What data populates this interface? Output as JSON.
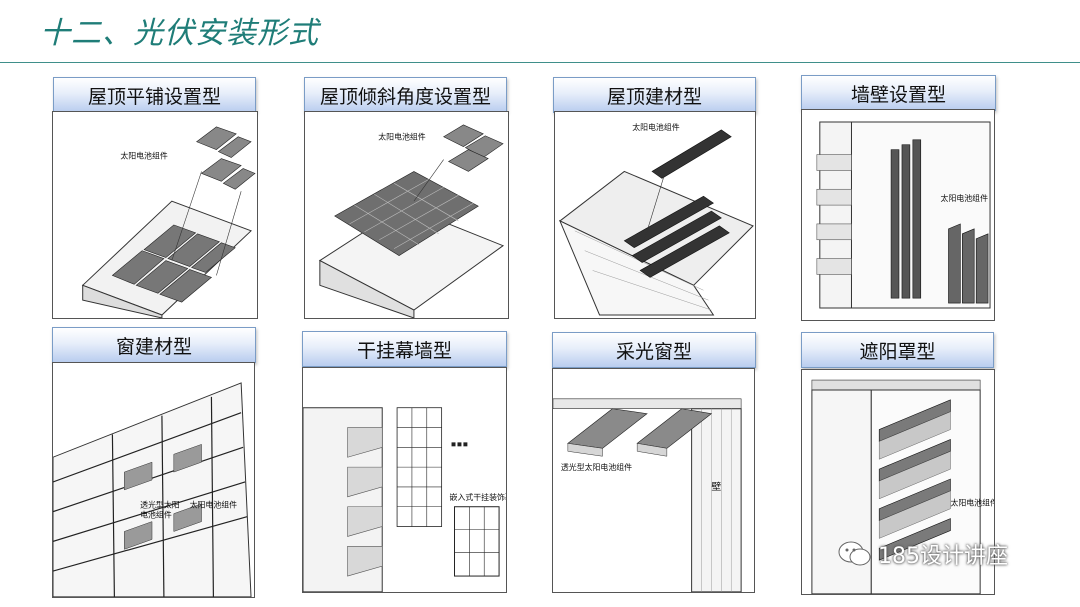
{
  "title": "十二、光伏安装形式",
  "cards": [
    {
      "label": "屋顶平铺设置型",
      "annotations": [
        "太阳电池组件"
      ]
    },
    {
      "label": "屋顶倾斜角度设置型",
      "annotations": [
        "太阳电池组件"
      ]
    },
    {
      "label": "屋顶建材型",
      "annotations": [
        "太阳电池组件"
      ]
    },
    {
      "label": "墙壁设置型",
      "annotations": [
        "太阳电池组件"
      ]
    },
    {
      "label": "窗建材型",
      "annotations": [
        "透光型太阳",
        "电池组件",
        "太阳电池组件"
      ]
    },
    {
      "label": "干挂幕墙型",
      "annotations": [
        "嵌入式干挂装饰幕墙"
      ]
    },
    {
      "label": "采光窗型",
      "annotations": [
        "透光型太阳电池组件",
        "壁"
      ]
    },
    {
      "label": "遮阳罩型",
      "annotations": [
        "太阳电池组件"
      ]
    }
  ],
  "watermark": {
    "text": "185设计讲座",
    "icon": "wechat-icon"
  }
}
